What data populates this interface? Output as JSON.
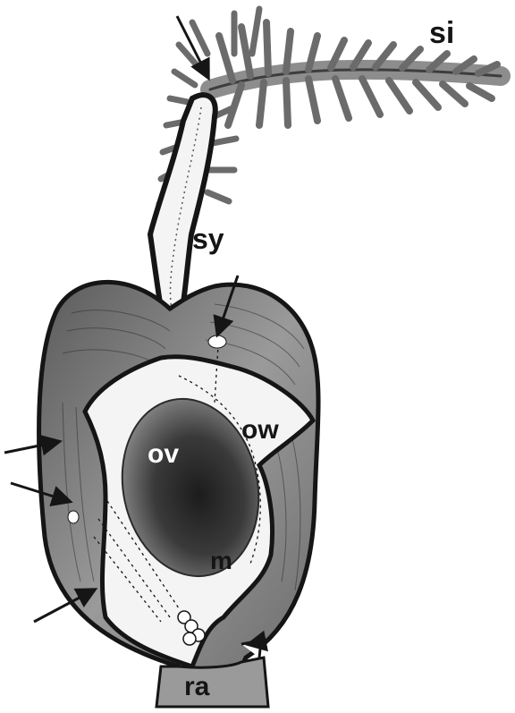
{
  "figure": {
    "labels": {
      "stigma": "si",
      "style": "sy",
      "ovary_wall": "ow",
      "ovule": "ov",
      "micropyle": "m",
      "rachilla": "ra"
    }
  },
  "colors": {
    "ink": "#151515",
    "tissue_dark": "#4a4a4a",
    "tissue_mid": "#7c7c7c",
    "tissue_light": "#b9b9b9",
    "cavity": "#f4f4f4",
    "ovule_center": "#1c1c1c",
    "ovule_edge": "#8a8a8a"
  }
}
